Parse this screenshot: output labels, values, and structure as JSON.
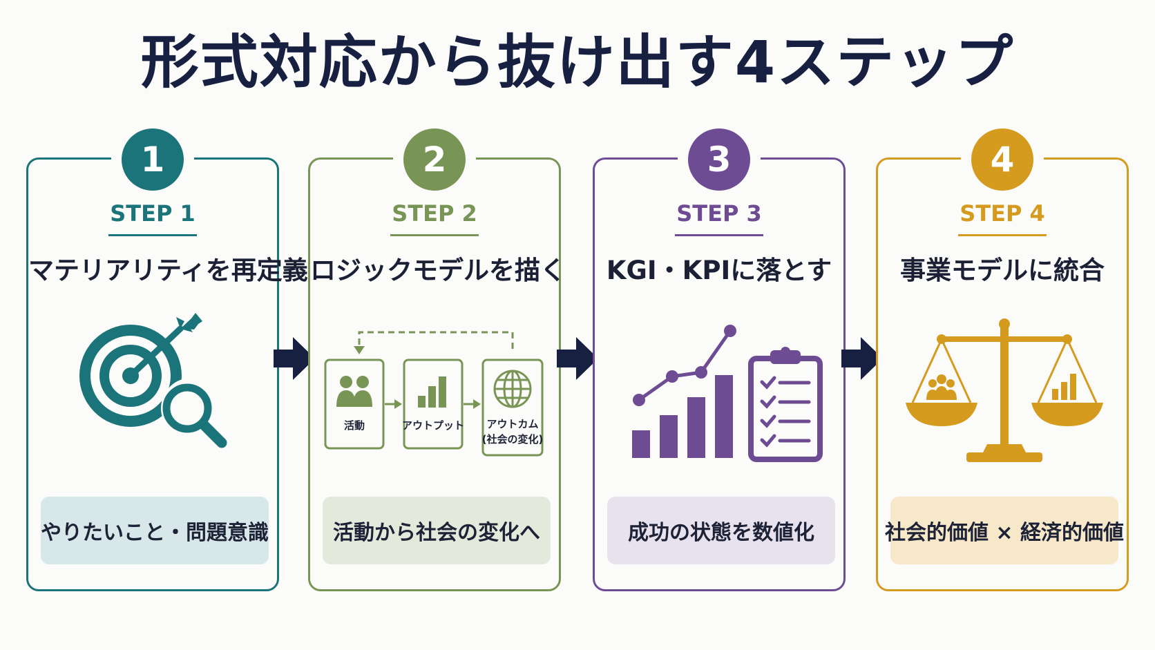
{
  "title": "形式対応から抜け出す4ステップ",
  "colors": {
    "navy": "#172040",
    "teal": "#1a7479",
    "green": "#799555",
    "purple": "#6e4c94",
    "gold": "#d59b1f"
  },
  "steps": [
    {
      "number": "1",
      "label": "STEP 1",
      "title": "マテリアリティを再定義",
      "icon": "target-magnifier-icon",
      "summary": "やりたいこと・問題意識"
    },
    {
      "number": "2",
      "label": "STEP 2",
      "title": "ロジックモデルを描く",
      "icon": "logic-model-flow-icon",
      "flow": {
        "activity": "活動",
        "output": "アウトプット",
        "outcome_line1": "アウトカム",
        "outcome_line2": "(社会の変化)"
      },
      "summary": "活動から社会の変化へ"
    },
    {
      "number": "3",
      "label": "STEP 3",
      "title": "KGI・KPIに落とす",
      "icon": "chart-checklist-icon",
      "summary": "成功の状態を数値化"
    },
    {
      "number": "4",
      "label": "STEP 4",
      "title": "事業モデルに統合",
      "icon": "balance-scale-icon",
      "summary": "社会的価値 × 経済的価値"
    }
  ]
}
